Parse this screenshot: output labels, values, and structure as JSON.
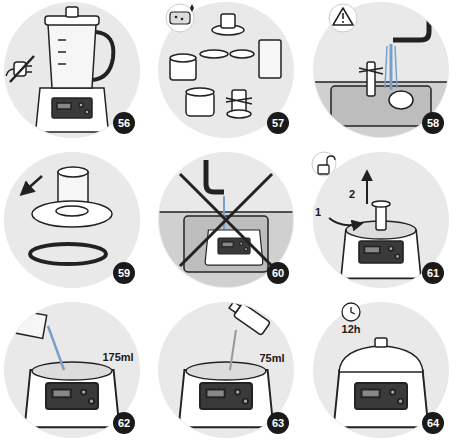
{
  "diagram": {
    "nodes": [
      {
        "text": [
          "56"
        ]
      },
      {
        "text": [
          "57"
        ]
      },
      {
        "text": [
          "58"
        ]
      },
      {
        "text": [
          "59"
        ]
      },
      {
        "text": [
          "60"
        ]
      },
      {
        "text": [
          "61"
        ]
      },
      {
        "text": [
          "62"
        ]
      },
      {
        "text": [
          "63"
        ]
      },
      {
        "text": [
          "64"
        ]
      }
    ],
    "labels": [
      "1",
      "2",
      "175ml",
      "75ml",
      "12h"
    ]
  }
}
